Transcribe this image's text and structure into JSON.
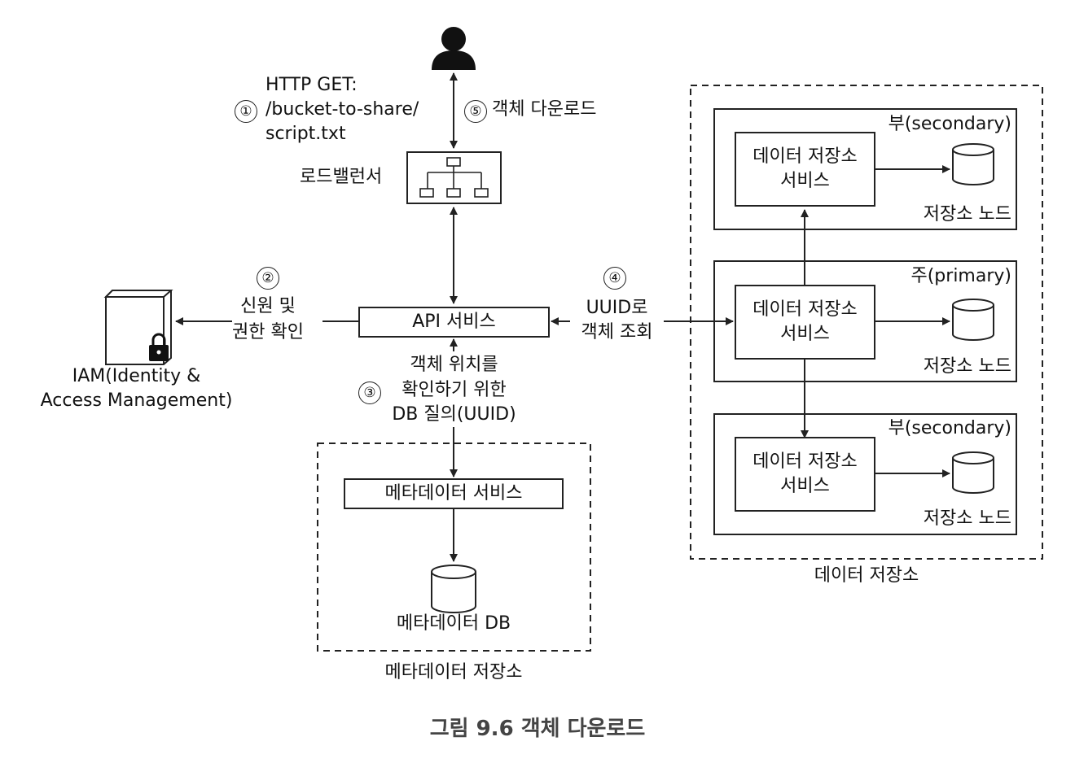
{
  "user": {
    "icon": "user-icon"
  },
  "request": {
    "step": "①",
    "lines": [
      "HTTP GET:",
      "/bucket-to-share/",
      "script.txt"
    ]
  },
  "download": {
    "step": "⑤",
    "label": "객체 다운로드"
  },
  "load_balancer": {
    "label": "로드밸런서",
    "icon": "load-balancer-icon"
  },
  "api_service": {
    "label": "API 서비스"
  },
  "auth": {
    "step": "②",
    "lines": [
      "신원 및",
      "권한 확인"
    ]
  },
  "iam": {
    "lines": [
      "IAM(Identity &",
      "Access Management)"
    ],
    "icon": "lock-icon"
  },
  "uuid_lookup": {
    "step": "④",
    "lines": [
      "UUID로",
      "객체 조회"
    ]
  },
  "db_query": {
    "step": "③",
    "lines": [
      "객체 위치를",
      "확인하기 위한",
      "DB 질의(UUID)"
    ]
  },
  "metadata_store": {
    "label": "메타데이터 저장소",
    "service_label": "메타데이터 서비스",
    "db_label": "메타데이터 DB"
  },
  "data_store": {
    "label": "데이터 저장소",
    "nodes": [
      {
        "role": "부(secondary)",
        "service": [
          "데이터 저장소",
          "서비스"
        ],
        "node_label": "저장소 노드"
      },
      {
        "role": "주(primary)",
        "service": [
          "데이터 저장소",
          "서비스"
        ],
        "node_label": "저장소 노드"
      },
      {
        "role": "부(secondary)",
        "service": [
          "데이터 저장소",
          "서비스"
        ],
        "node_label": "저장소 노드"
      }
    ]
  },
  "figure_caption": "그림 9.6 객체 다운로드",
  "colors": {
    "line": "#222222",
    "caption": "#444444"
  }
}
